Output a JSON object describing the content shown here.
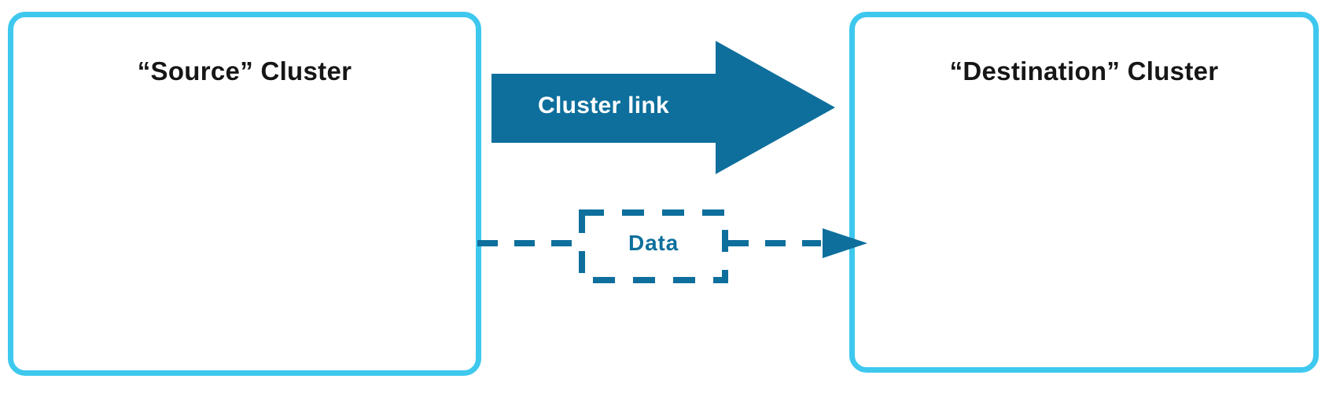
{
  "diagram": {
    "source_box": {
      "label": "“Source” Cluster"
    },
    "destination_box": {
      "label": "“Destination” Cluster"
    },
    "cluster_link": {
      "label": "Cluster link"
    },
    "data_flow": {
      "label": "Data"
    },
    "colors": {
      "background": "#FFFFFF",
      "box_border": "#3EC8EE",
      "box_fill": "#FFFFFF",
      "arrow_fill": "#0E6F9C",
      "arrow_label_text": "#FFFFFF",
      "dashed_stroke": "#0E6F9C",
      "data_label_text": "#0E6F9C",
      "title_text": "#161616"
    }
  }
}
